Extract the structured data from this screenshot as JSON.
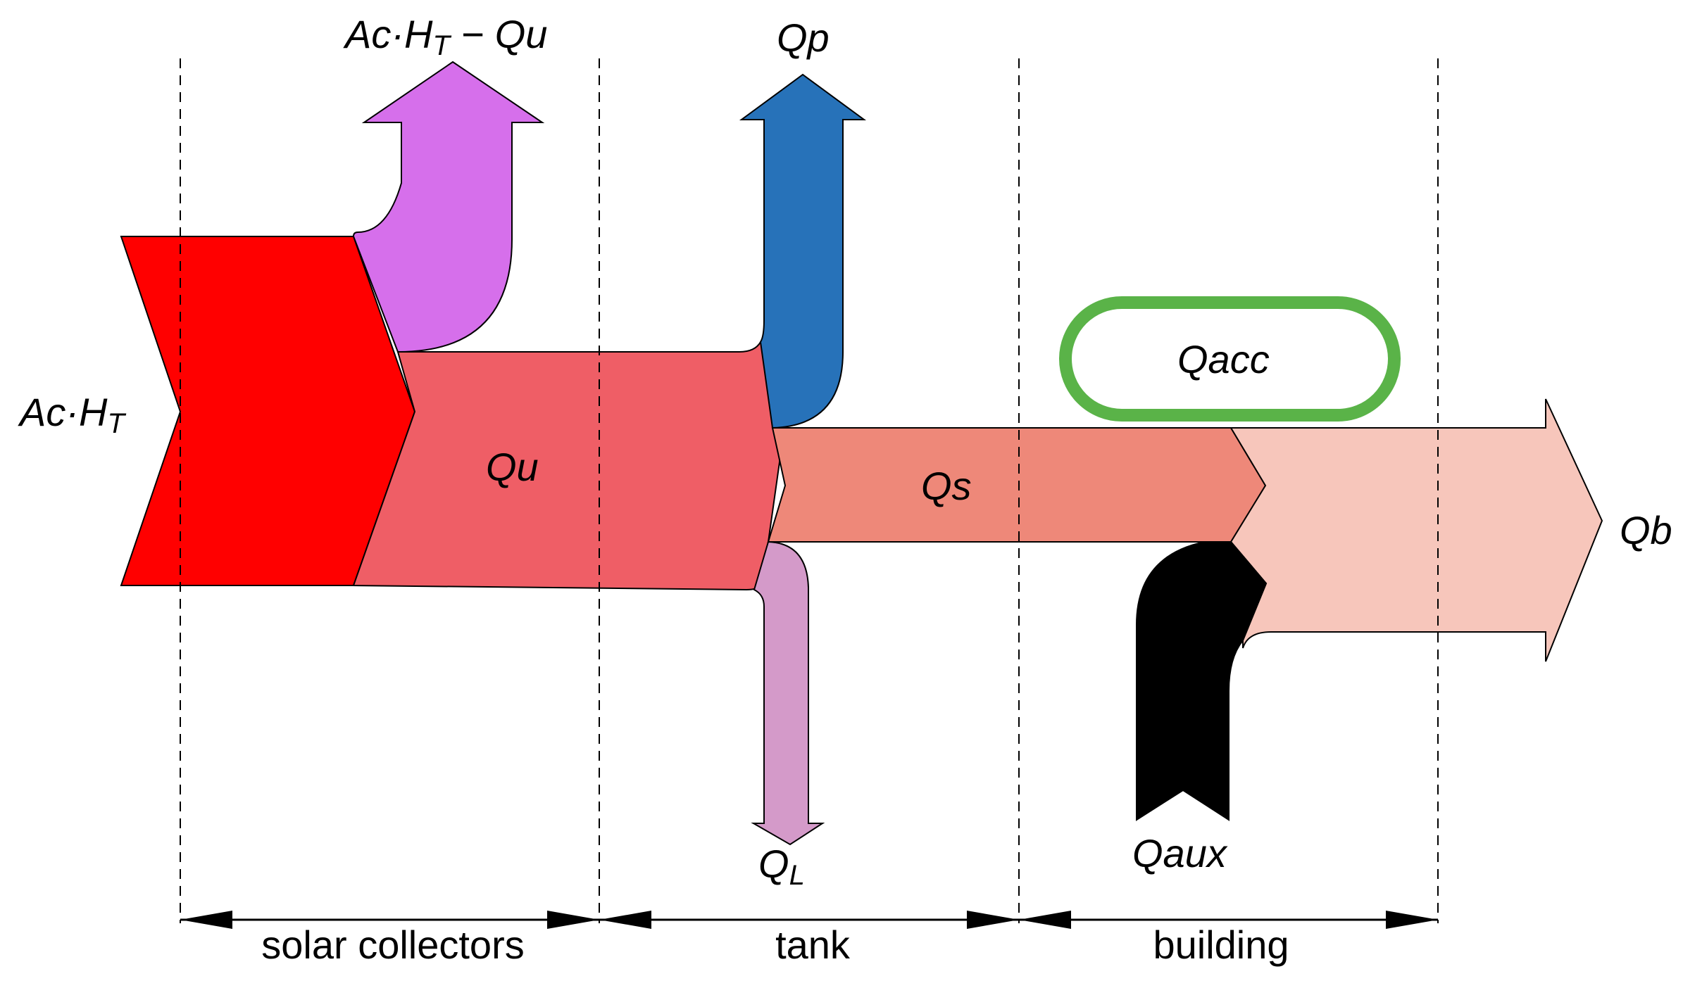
{
  "colors": {
    "input": "#ff0000",
    "collector_loss": "#d66feb",
    "useful": "#ef5e66",
    "pipe_loss": "#2772b9",
    "tank_loss": "#d49ac9",
    "stored": "#ee8879",
    "auxiliary": "#000000",
    "building": "#f7c6bb",
    "accumulation": "#5ab348",
    "outline": "#000000",
    "guide": "#000000"
  },
  "labels": {
    "input": {
      "main": "Ac·H",
      "sub": "T"
    },
    "collector_loss": {
      "pre": "Ac·H",
      "sub": "T",
      "post": " − Qu"
    },
    "useful": "Qu",
    "pipe_loss": "Qp",
    "tank_loss": {
      "main": "Q",
      "sub": "L"
    },
    "stored": "Qs",
    "accumulation": "Qacc",
    "auxiliary": "Qaux",
    "building": "Qb"
  },
  "sections": [
    {
      "name": "solar collectors"
    },
    {
      "name": "tank"
    },
    {
      "name": "building"
    }
  ]
}
